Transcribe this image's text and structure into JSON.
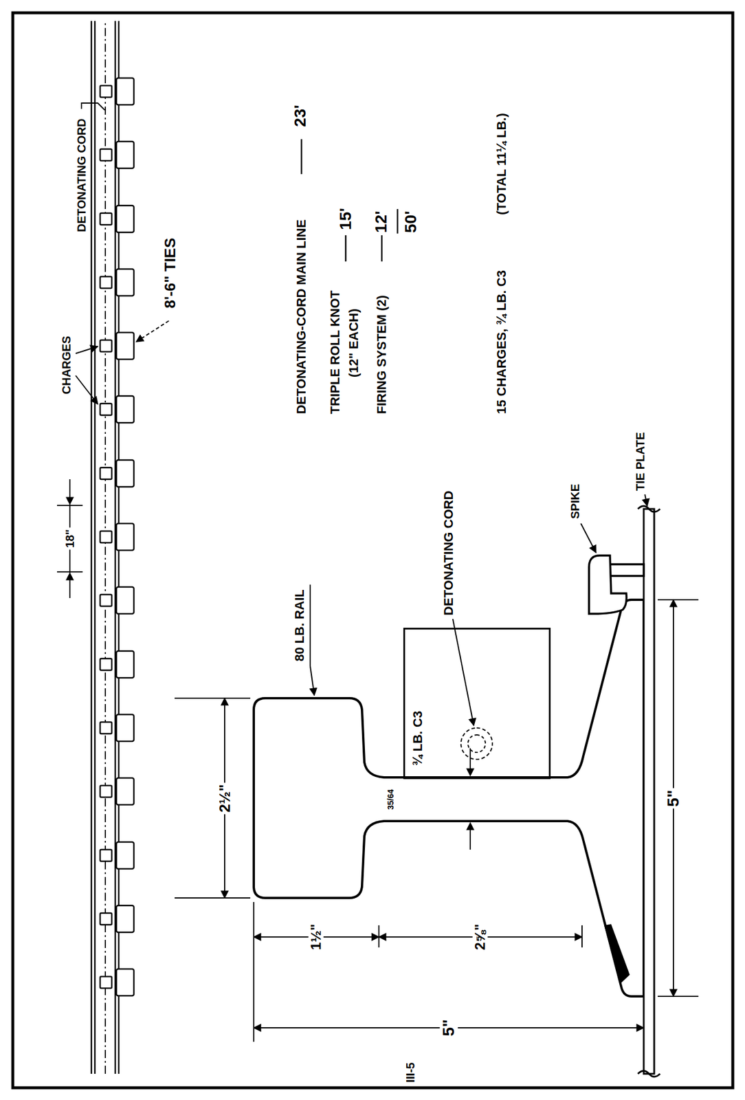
{
  "diagram": {
    "nodes": [
      {
        "text": [
          "¾ LB. C3"
        ]
      }
    ],
    "labels": [
      "DETONATING CORD",
      "CHARGES",
      "8'-6\" TIES",
      "18\"",
      "DETONATING-CORD MAIN LINE",
      "23'",
      "TRIPLE ROLL KNOT",
      "(12\" EACH)",
      "15'",
      "FIRING SYSTEM (2)",
      "12'",
      "50'",
      "15 CHARGES, ¾ LB. C3",
      "(TOTAL 11¼ LB.)",
      "80 LB. RAIL",
      "DETONATING CORD",
      "SPIKE",
      "TIE PLATE",
      "2½\"",
      "1½\"",
      "2⅝\"",
      "5\"",
      "5\"",
      "35/64",
      "III-5"
    ]
  }
}
